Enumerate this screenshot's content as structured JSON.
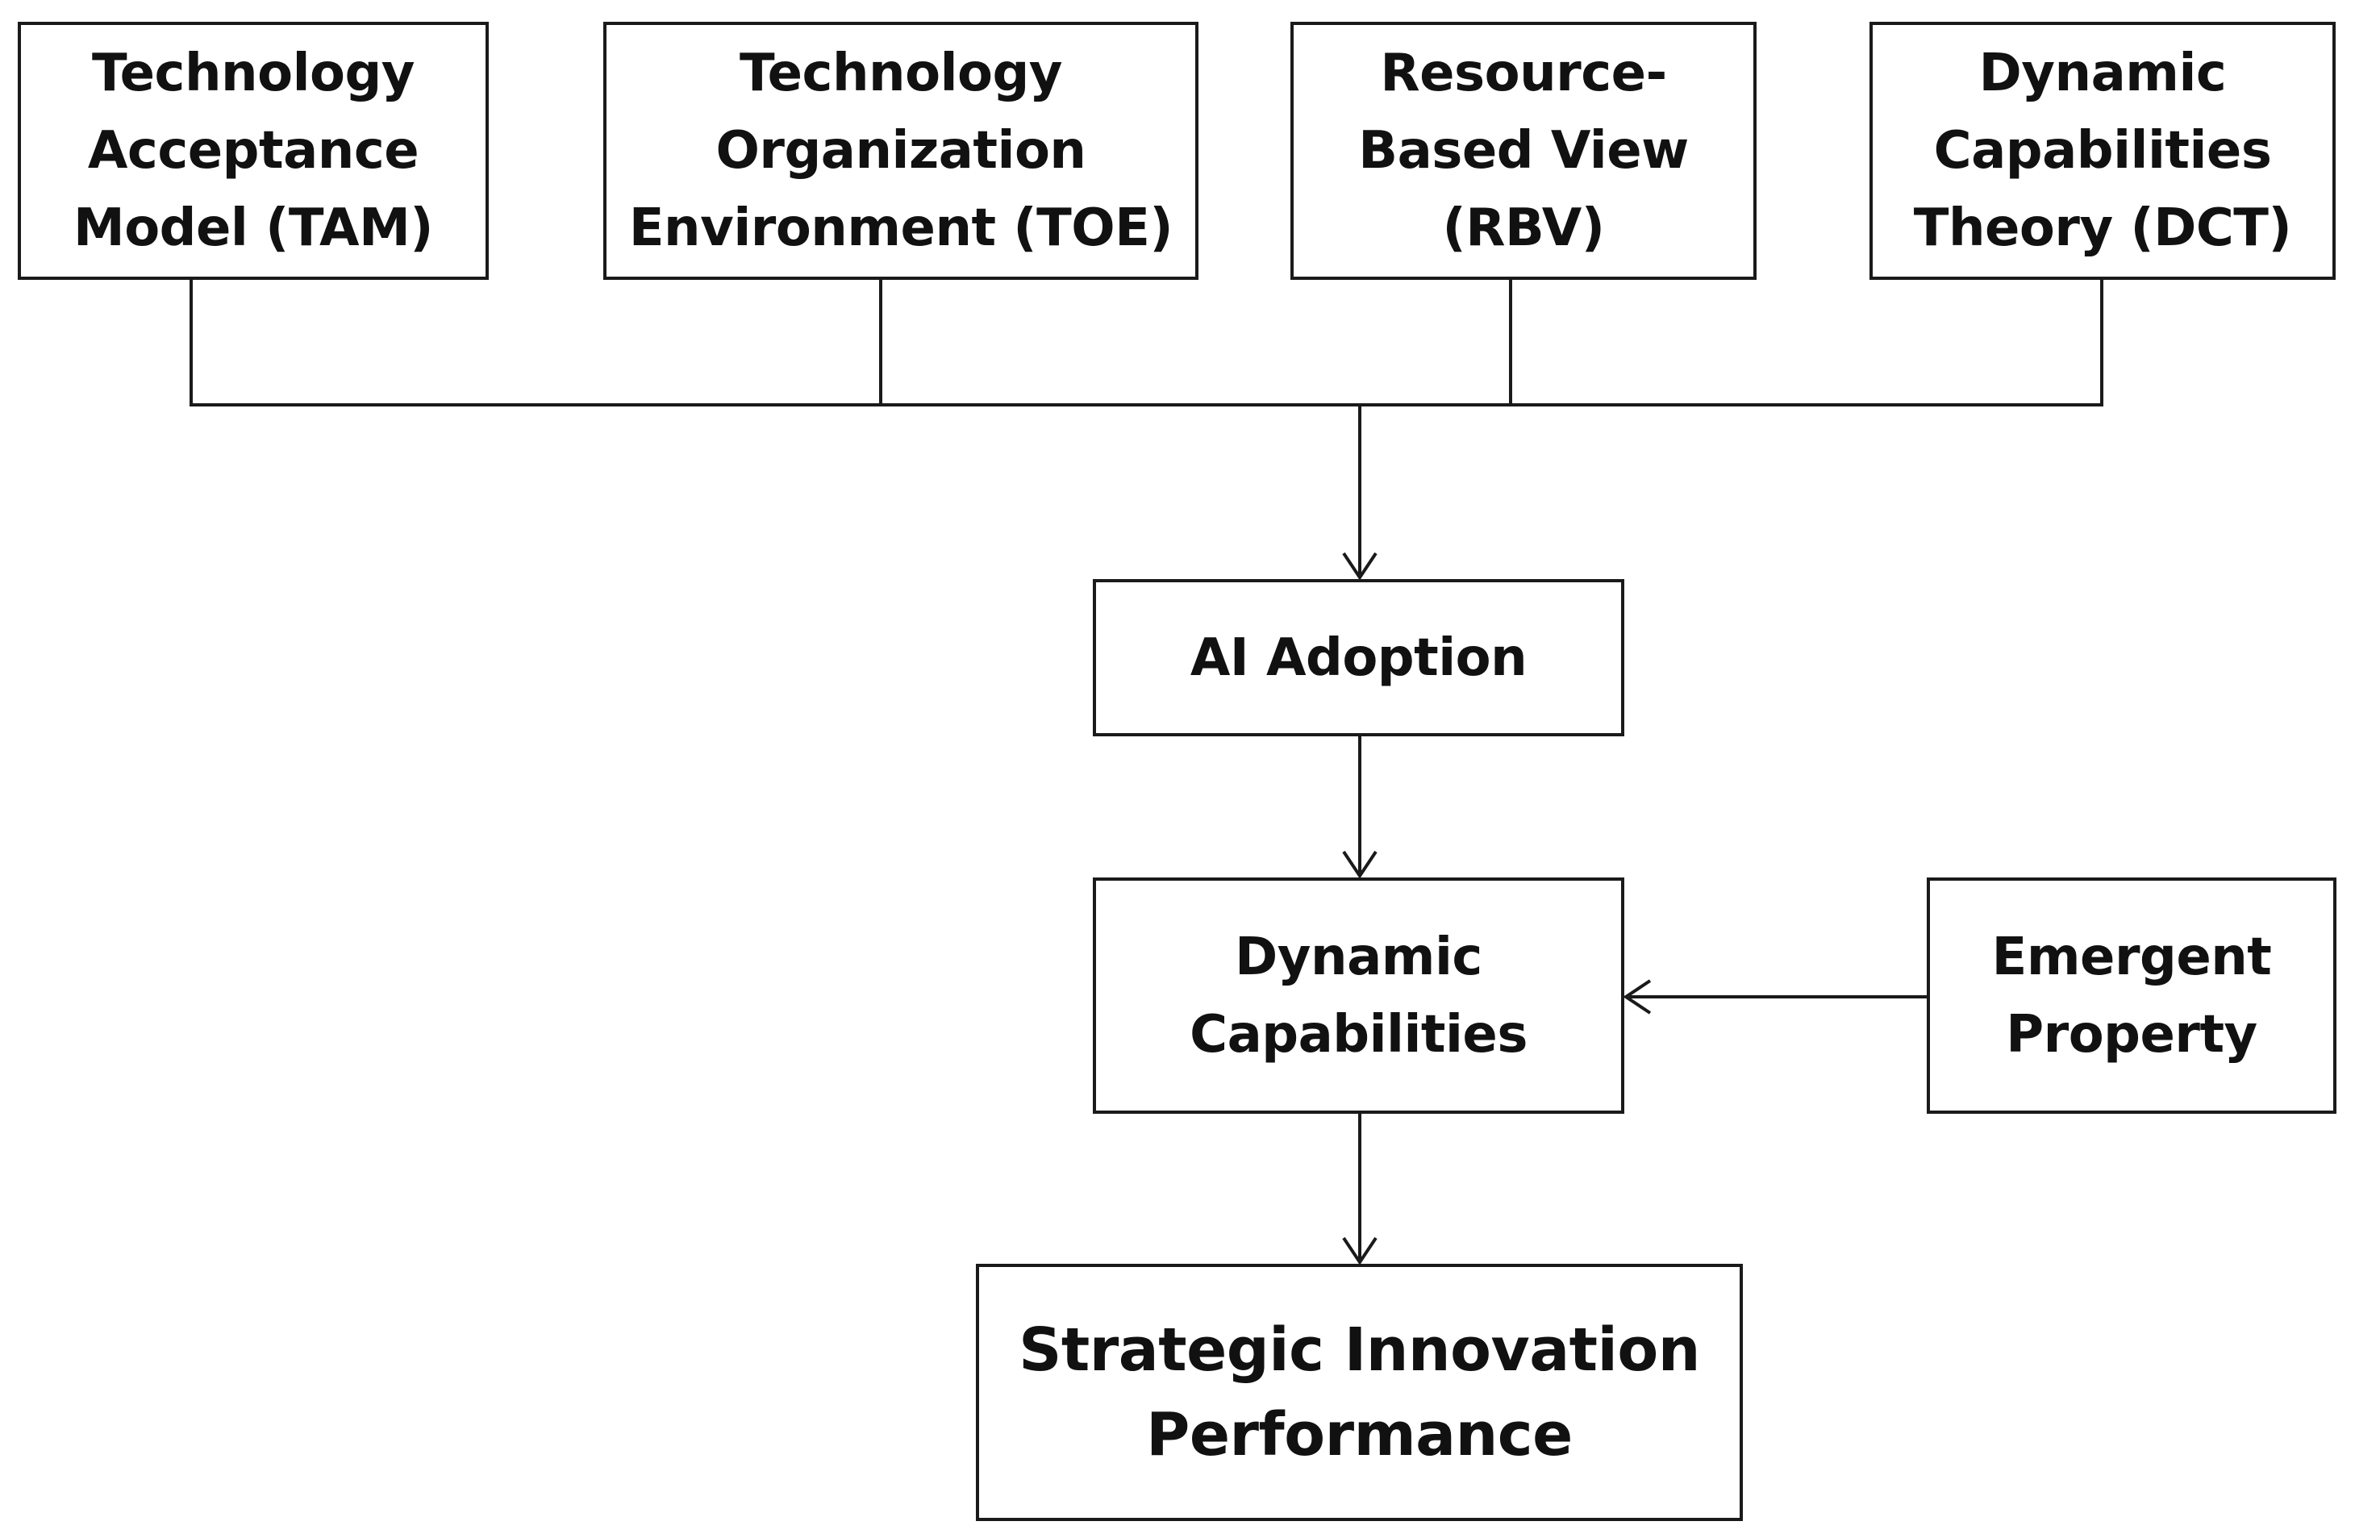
{
  "diagram": {
    "theories": [
      {
        "id": "tam",
        "label": "Technology\nAcceptance\nModel (TAM)"
      },
      {
        "id": "toe",
        "label": "Technology\nOrganization\nEnvironment (TOE)"
      },
      {
        "id": "rbv",
        "label": "Resource-\nBased View\n(RBV)"
      },
      {
        "id": "dct",
        "label": "Dynamic\nCapabilities\nTheory (DCT)"
      }
    ],
    "ai_adoption": {
      "label": "AI Adoption"
    },
    "dynamic_capabilities": {
      "label": "Dynamic\nCapabilities"
    },
    "emergent_property": {
      "label": "Emergent\nProperty"
    },
    "strategic_innovation_performance": {
      "label": "Strategic Innovation\nPerformance"
    },
    "colors": {
      "stroke": "#1a1a1a",
      "text": "#111111",
      "background": "#ffffff"
    }
  }
}
